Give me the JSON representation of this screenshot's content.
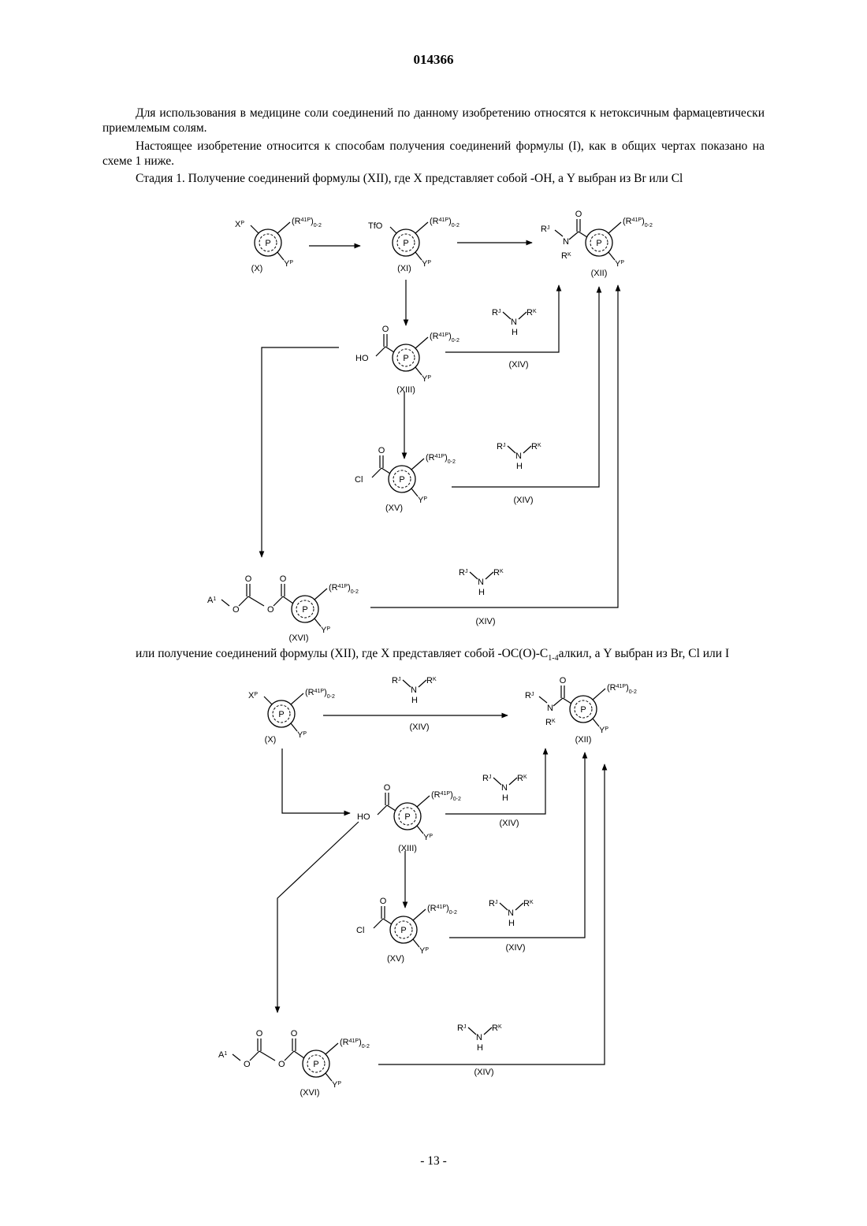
{
  "header": {
    "doc_number": "014366"
  },
  "paragraphs": {
    "p1": "Для использования в медицине соли соединений по данному изобретению относятся к нетоксичным фармацевтически приемлемым солям.",
    "p2": "Настоящее изобретение относится к способам получения соединений формулы (I), как в общих чертах показано на схеме 1 ниже.",
    "p3": "Стадия 1. Получение соединений формулы (XII), где X представляет собой -OH, а Y выбран из Br или Cl",
    "p4_a": "или получение соединений формулы (XII), где X представляет собой -OC(O)-C",
    "p4_sub": "1-4",
    "p4_b": "алкил, а Y выбран из Br, Cl или I"
  },
  "labels": {
    "ring": "P",
    "subst_r": "(R",
    "subst_sup": "41P",
    "subst_rest": ")",
    "subst_sub": "0-2",
    "x": "X",
    "y": "Y",
    "p_sup": "P",
    "tfo": "TfO",
    "ho": "HO",
    "o": "O",
    "cl": "Cl",
    "n": "N",
    "h": "H",
    "r": "R",
    "j": "J",
    "k": "K",
    "a": "A",
    "one": "1",
    "cmp_x": "(X)",
    "cmp_xi": "(XI)",
    "cmp_xii": "(XII)",
    "cmp_xiii": "(XIII)",
    "cmp_xiv": "(XIV)",
    "cmp_xv": "(XV)",
    "cmp_xvi": "(XVI)"
  },
  "footer": {
    "page": "- 13 -"
  }
}
